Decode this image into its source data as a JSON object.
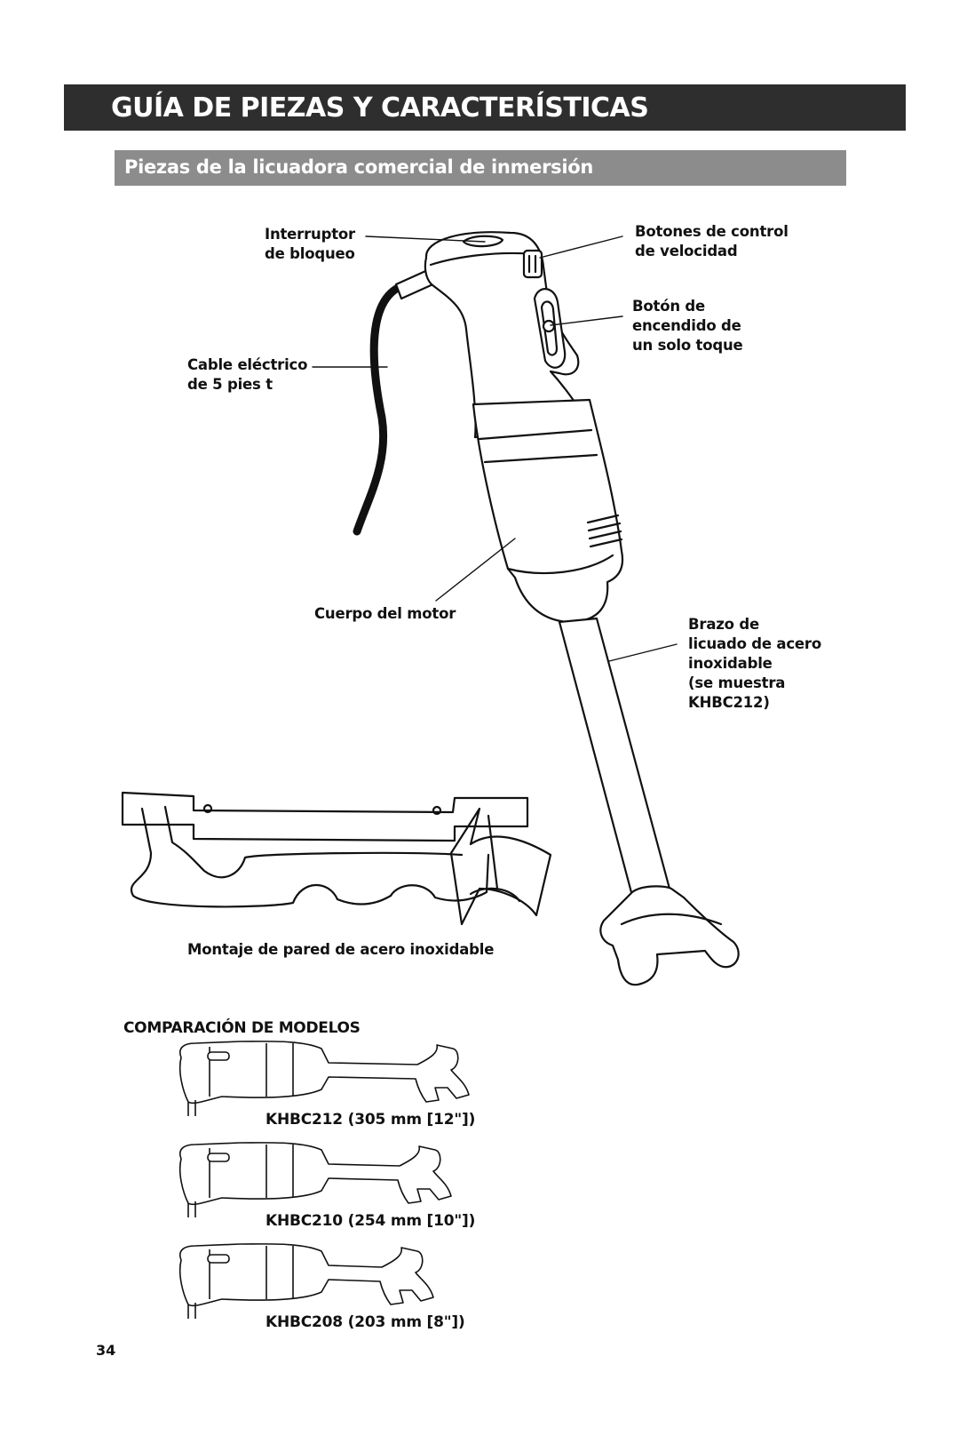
{
  "header": {
    "title": "GUÍA DE PIEZAS Y CARACTERÍSTICAS",
    "subtitle": "Piezas de la licuadora comercial de inmersión"
  },
  "labels": {
    "lock_switch": "Interruptor\nde bloqueo",
    "speed_buttons": "Botones de control\nde velocidad",
    "one_touch": "Botón de\nencendido de\nun solo toque",
    "cord": "Cable eléctrico\nde 5 pies t",
    "motor_body": "Cuerpo del motor",
    "blending_arm": "Brazo de\nlicuado de acero\ninoxidable\n(se muestra\nKHBC212)",
    "wall_mount": "Montaje de pared de acero inoxidable"
  },
  "comparison": {
    "heading": "COMPARACIÓN DE MODELOS",
    "models": [
      {
        "label": "KHBC212 (305 mm [12\"])"
      },
      {
        "label": "KHBC210 (254 mm [10\"])"
      },
      {
        "label": "KHBC208 (203 mm [8\"])"
      }
    ]
  },
  "footer": {
    "page_number": "34"
  }
}
